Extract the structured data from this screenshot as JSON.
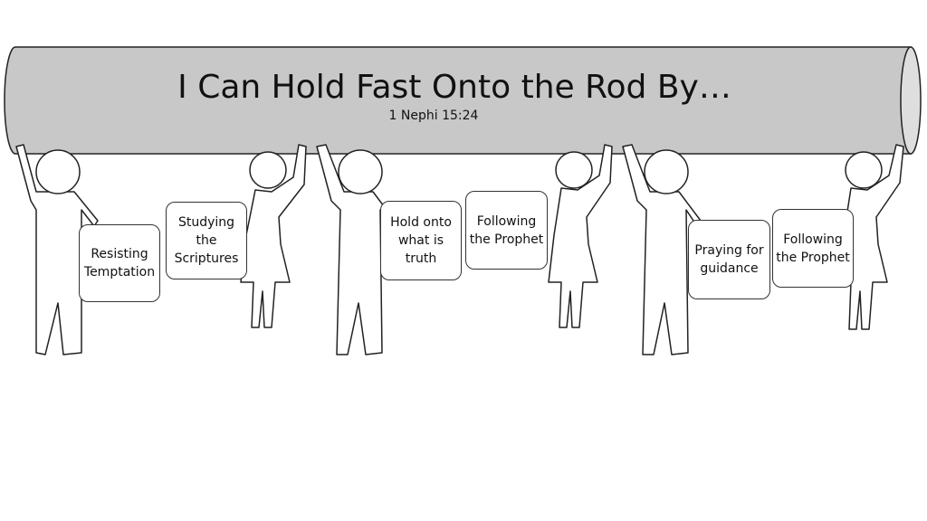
{
  "title": "I Can Hold Fast Onto the Rod By…",
  "subtitle": "1 Nephi 15:24",
  "colors": {
    "rod": "#c8c8c8",
    "outline": "#222222",
    "card_border": "#333333"
  },
  "cards": [
    {
      "text": "Resisting Temptation"
    },
    {
      "text": "Studying the Scriptures"
    },
    {
      "text": "Hold onto what is truth"
    },
    {
      "text": "Following the Prophet"
    },
    {
      "text": "Praying for guidance"
    },
    {
      "text": "Following the Prophet"
    }
  ]
}
